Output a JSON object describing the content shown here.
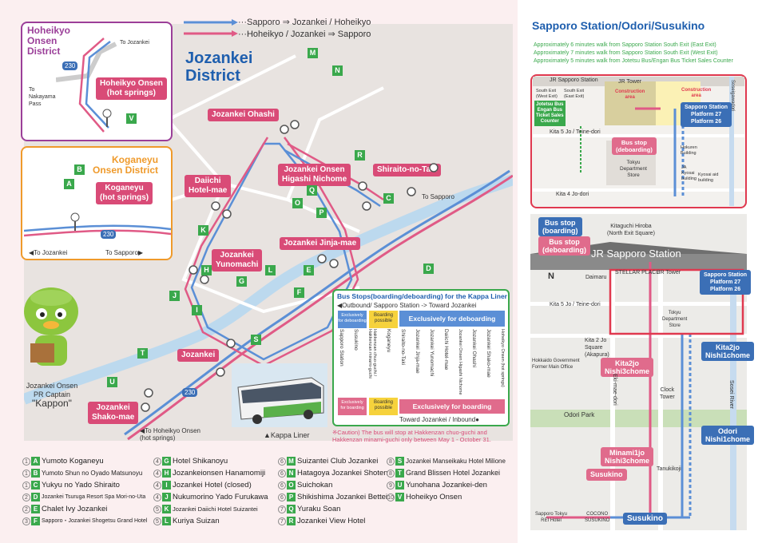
{
  "route_legend": {
    "outbound": "···Sapporo ⇒ Jozankei / Hoheikyo",
    "inbound": "···Hoheikyo / Jozankei ⇒ Sapporo"
  },
  "colors": {
    "outbound": "#5b8fd6",
    "inbound": "#e05a86",
    "green": "#3aa84c",
    "pink": "#d94b77",
    "blue": "#1f5fae"
  },
  "hoheikyo_box": {
    "title": "Hoheikyo\nOnsen\nDistrict",
    "to_jozankei": "To Jozankei",
    "to_nakayama": "To\nNakayama\nPass",
    "road": "230",
    "stop_label": "Hoheikyo Onsen\n(hot springs)",
    "letter": "V"
  },
  "koganeyu_box": {
    "title": "Koganeyu\nOnsen District",
    "stop_label": "Koganeyu\n(hot springs)",
    "to_jozankei": "◀To Jozankei",
    "to_sapporo": "To Sapporo▶",
    "road": "230",
    "letters": [
      "A",
      "B"
    ]
  },
  "district_title": "Jozankei\nDistrict",
  "stop_labels": {
    "ohashi": "Jozankei Ohashi",
    "higashi": "Jozankei Onsen\nHigashi Nichome",
    "shiraito": "Shiraito-no-Taki",
    "daiichi": "Daiichi\nHotel-mae",
    "jinja": "Jozankei Jinja-mae",
    "yunomachi": "Jozankei\nYunomachi",
    "jozankei": "Jozankei",
    "shako": "Jozankei\nShako-mae"
  },
  "map_text": {
    "to_sapporo": "To Sapporo",
    "to_hoheikyo": "◀To Hoheikyo Onsen\n(hot springs)",
    "road": "230",
    "kappa_liner": "▲Kappa Liner"
  },
  "mascot": {
    "line1": "Jozankei Onsen",
    "line2": "PR Captain",
    "name": "\"Kappon\""
  },
  "map_letters": [
    "M",
    "N",
    "R",
    "Q",
    "O",
    "P",
    "C",
    "D",
    "E",
    "F",
    "K",
    "H",
    "G",
    "L",
    "J",
    "I",
    "S",
    "T",
    "U"
  ],
  "bus_table": {
    "title": "Bus Stops(boarding/deboarding)  for the Kappa Liner",
    "outbound": "◀Outbound/ Sapporo Station -> Toward Jozankei",
    "exclusive_deboarding": "Exclusively for deboarding",
    "exclusive_boarding": "Exclusively for boarding",
    "exclusive_small_deboard": "Exclusively\nfor deboarding",
    "exclusive_small_board": "Exclusively\nfor boarding",
    "boarding_possible": "Boarding\npossible",
    "inbound": "Toward Jozankei / Inbound●",
    "numbers": [
      "1",
      "2",
      "3",
      "4",
      "5",
      "6",
      "7",
      "8",
      "9",
      "10"
    ],
    "stops": [
      "Sapporo Station",
      "Susukino",
      "Hakkenzan chuo-guchi / Hakkenzan minami-guchi",
      "Koganeyu",
      "Shiraito-no-Taki",
      "Jozankei Jinja-mae",
      "Jozankei Yunomachi",
      "Daiichi Hotel-mae",
      "Jozankei Onsen Higashi Nichome",
      "Jozankei Ohashi",
      "Jozankei Shako-mae",
      "Hoheikyo Onsen (hot springs)"
    ],
    "caution": "※Caution) The bus will stop at Hakkenzan chuo-guchi and\nHakkenzan minami-guchi only between May 1 - October 31."
  },
  "legend": [
    {
      "n": "1",
      "l": "A",
      "t": "Yumoto Koganeyu"
    },
    {
      "n": "1",
      "l": "B",
      "t": "Yumoto Shun no Oyado Matsunoyu"
    },
    {
      "n": "1",
      "l": "C",
      "t": "Yukyu no Yado Shiraito"
    },
    {
      "n": "2",
      "l": "D",
      "t": "Jozankei Tsuruga Resort Spa Mori-no-Uta"
    },
    {
      "n": "2",
      "l": "E",
      "t": "Chalet Ivy Jozankei"
    },
    {
      "n": "3",
      "l": "F",
      "t": "Sapporo・Jozankei Shogetsu Grand Hotel"
    },
    {
      "n": "4",
      "l": "G",
      "t": "Hotel Shikanoyu"
    },
    {
      "n": "4",
      "l": "H",
      "t": "Jozankeionsen Hanamomiji"
    },
    {
      "n": "4",
      "l": "I",
      "t": "Jozankei Hotel (closed)"
    },
    {
      "n": "4",
      "l": "J",
      "t": "Nukumorino Yado Furukawa"
    },
    {
      "n": "5",
      "l": "K",
      "t": "Jozankei Daiichi Hotel Suizantei"
    },
    {
      "n": "5",
      "l": "L",
      "t": "Kuriya Suizan"
    },
    {
      "n": "6",
      "l": "M",
      "t": "Suizantei Club Jozankei"
    },
    {
      "n": "6",
      "l": "N",
      "t": "Hatagoya Jozankei Shoten"
    },
    {
      "n": "6",
      "l": "O",
      "t": "Suichokan"
    },
    {
      "n": "6",
      "l": "P",
      "t": "Shikishima Jozankei Bettei"
    },
    {
      "n": "7",
      "l": "Q",
      "t": "Yuraku Soan"
    },
    {
      "n": "7",
      "l": "R",
      "t": "Jozankei View Hotel"
    },
    {
      "n": "8",
      "l": "S",
      "t": "Jozankei Manseikaku Hotel Milione"
    },
    {
      "n": "8",
      "l": "T",
      "t": "Grand Blissen Hotel Jozankei"
    },
    {
      "n": "9",
      "l": "U",
      "t": "Yunohana Jozankei-den"
    },
    {
      "n": "10",
      "l": "V",
      "t": "Hoheikyo Onsen"
    }
  ],
  "right": {
    "title": "Sapporo Station/Odori/Susukino",
    "walk1": "Approximately 6 minutes walk from Sapporo Station South Exit (East Exit)",
    "walk2": "Approximately 7 minutes walk from Sapporo Station South Exit (West Exit)",
    "walk3": "Approximately 5 minutes walk from Jotetsu Bus/Engan Bus Ticket Sales Counter",
    "inset": {
      "jr_station": "JR Sapporo Station",
      "jr_tower": "JR Tower",
      "south_west": "South Exit\n(West Exit)",
      "south_east": "South Exit\n(East Exit)",
      "ticket": "Jotetsu Bus\nEngan Bus\nTicket Sales\nCounter",
      "construction1": "Construction\narea",
      "construction2": "Construction\narea",
      "platform": "Sapporo Station\nPlatform 27\nPlatform 26",
      "kita5": "Kita 5 Jo / Teine-dori",
      "bus_stop_deboard": "Bus stop\n(deboarding)",
      "hokuren": "Hokuren\nBuilding",
      "ja": "JA\nKyosai\nbuilding",
      "kyosai": "Kyosai aid\nbuilding",
      "tokyu": "Tokyu\nDepartment\nStore",
      "kita4": "Kita 4 Jo-dori",
      "sosei": "Soseigawadori"
    },
    "bus_stop_boarding": "Bus stop\n(boarding)",
    "bus_stop_deboarding": "Bus stop\n(deboarding)",
    "kitaguchi": "Kitaguchi Hiroba\n(North Exit Square)",
    "jr_sapporo": "JR Sapporo Station",
    "daimaru": "Daimaru",
    "stellar": "STELLAR PLACE",
    "jr_tower2": "JR Tower",
    "platform2": "Sapporo Station\nPlatform 27\nPlatform 26",
    "kita5b": "Kita 5 Jo / Teine-dori",
    "tokyu2": "Tokyu\nDepartment\nStore",
    "kita2jo_sq": "Kita 2 Jo\nSquare\n(Akapura)",
    "kita2_nishi1": "Kita2jo\nNishi1chome",
    "kita2_nishi3": "Kita2jo\nNishi3chome",
    "hokkaido": "Hokkaido Government\nFormer Main Office",
    "clock": "Clock\nTower",
    "eki": "Eki-mae-dori",
    "sosei_river": "Sosei River",
    "odori_park": "Odori Park",
    "odori_nishi1": "Odori\nNishi1chome",
    "minami1": "Minami1jo\nNishi3chome",
    "tanukikoji": "Tanukikoji",
    "susukino_pink": "Susukino",
    "susukino_blue": "Susukino",
    "tokyu_rei": "Sapporo Tokyu\nREI Hotel",
    "cocono": "COCONO\nSUSUKINO",
    "north": "N"
  }
}
